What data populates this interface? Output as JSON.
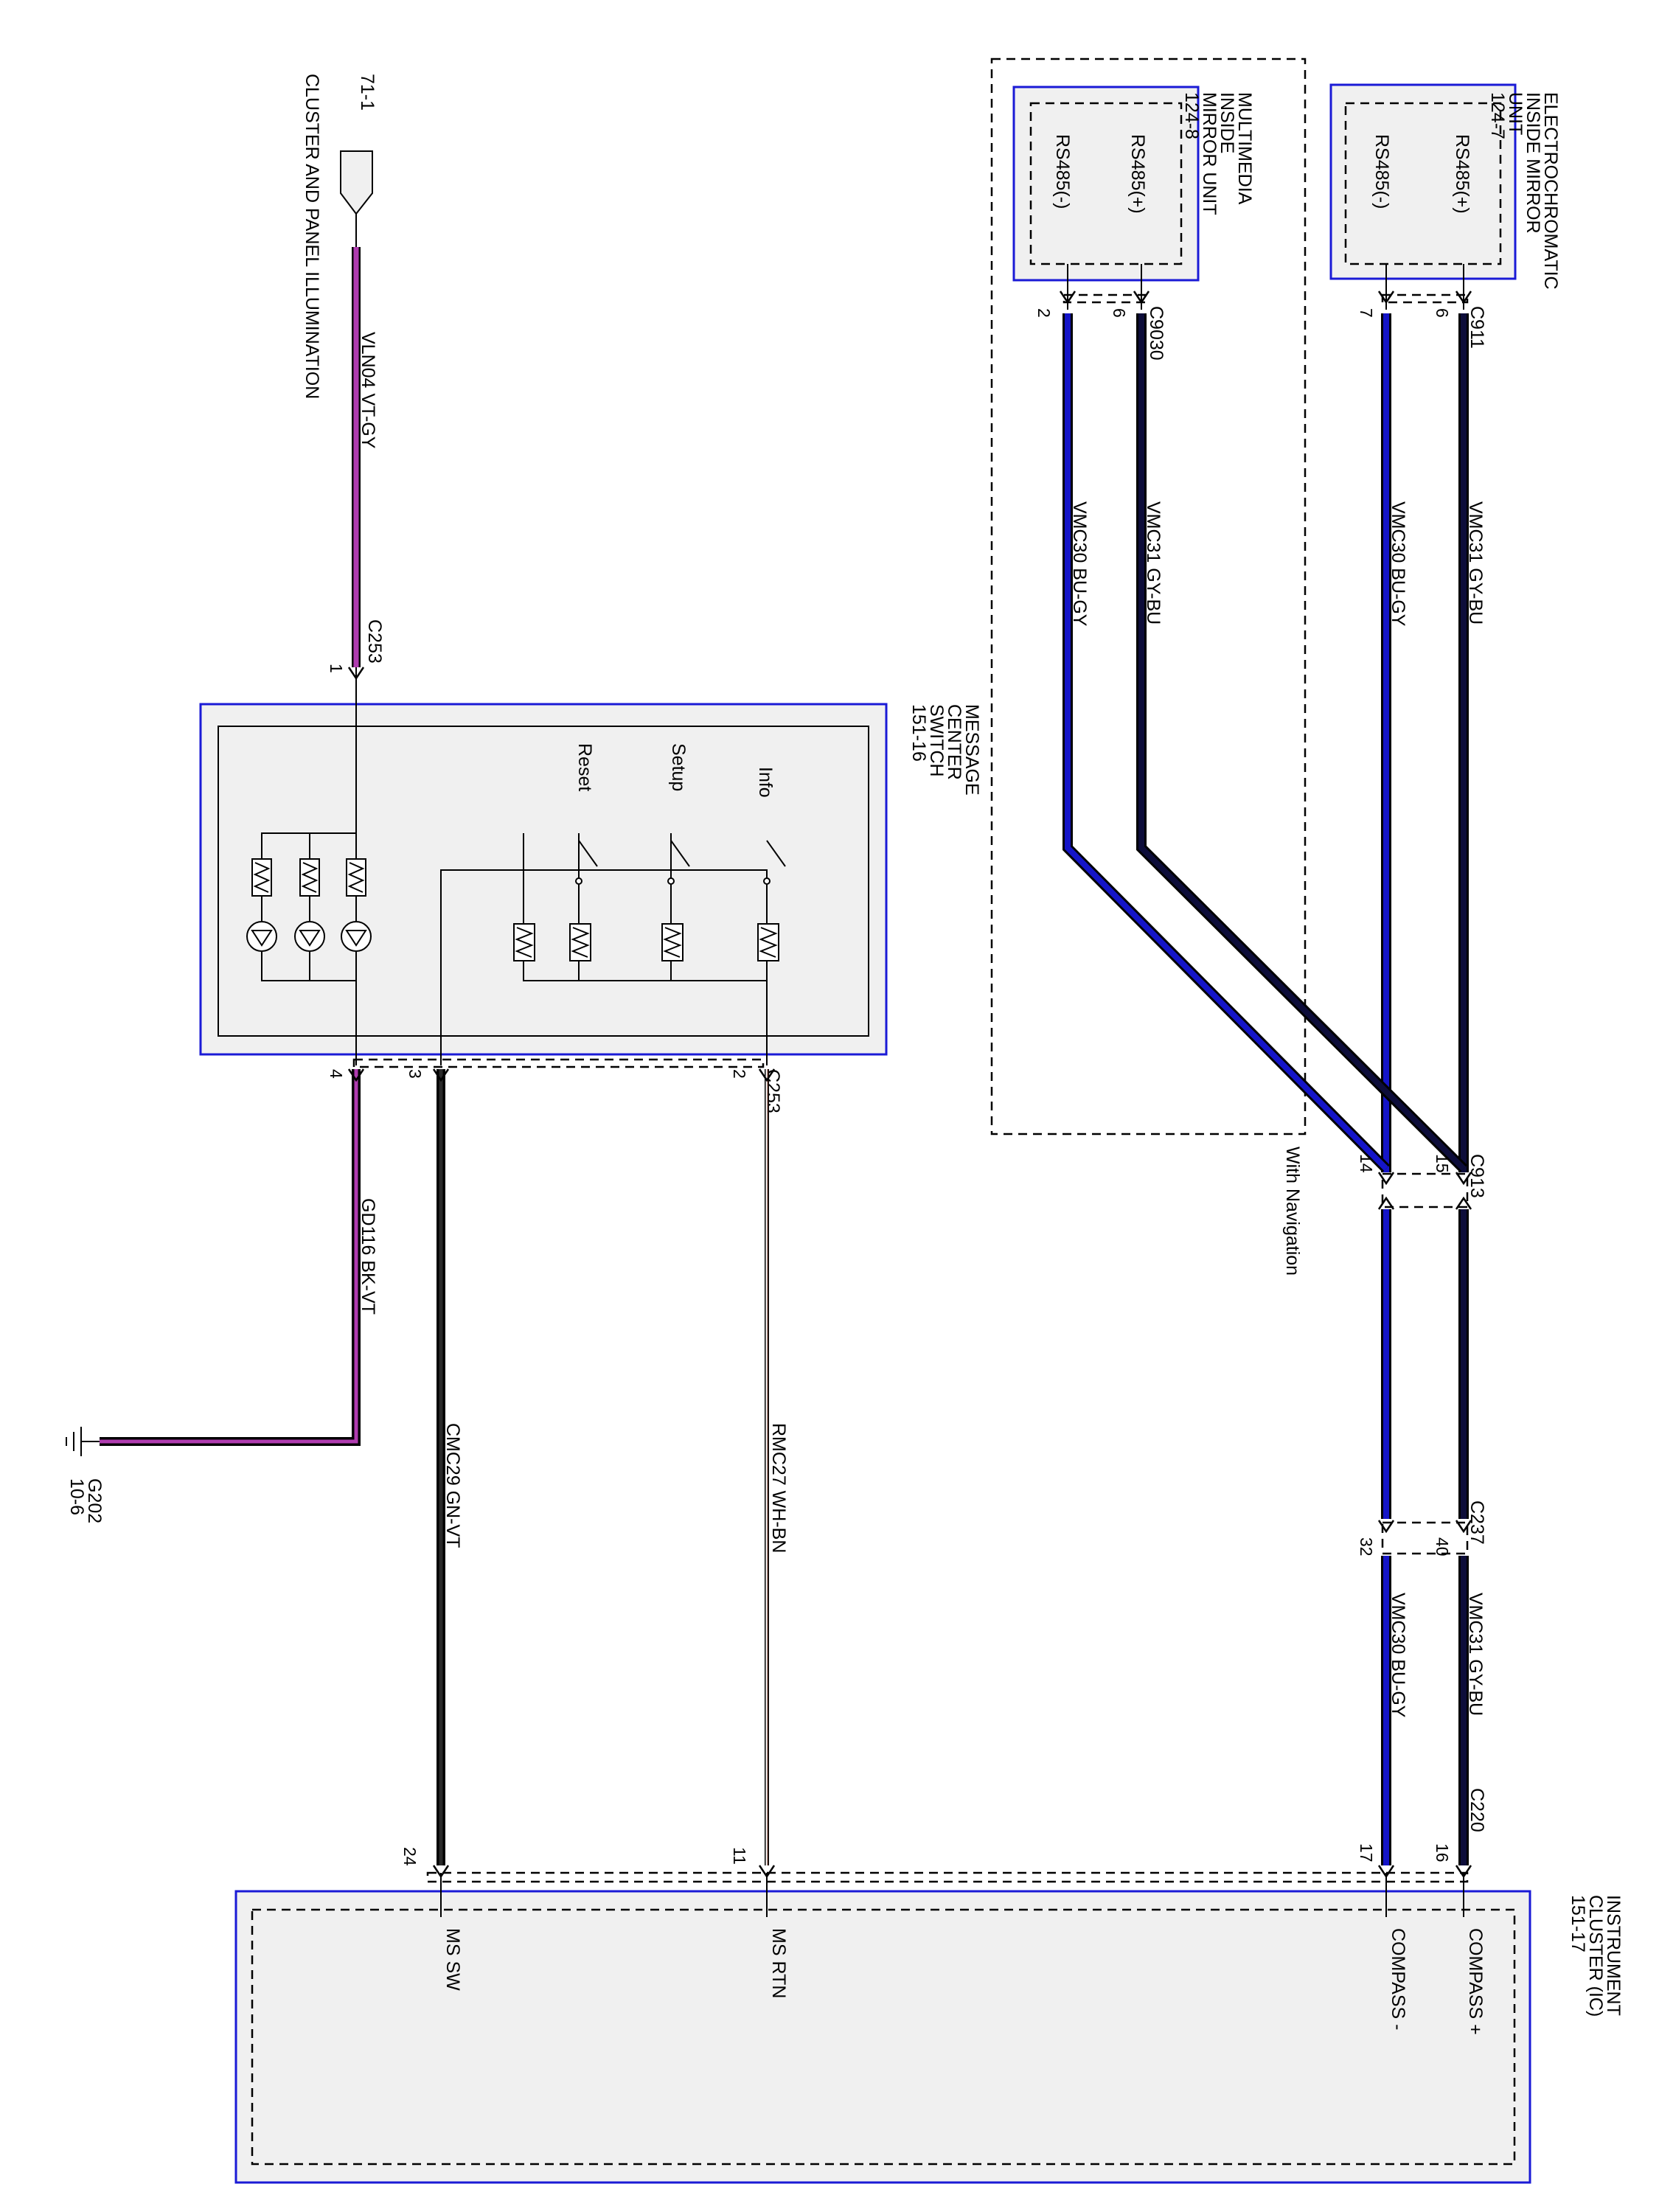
{
  "components": {
    "ec_mirror": {
      "lines": [
        "ELECTROCHROMATIC",
        "INSIDE MIRROR",
        "UNIT",
        "124-7"
      ],
      "pins": [
        "RS485(+)",
        "RS485(-)"
      ]
    },
    "mm_mirror": {
      "lines": [
        "MULTIMEDIA",
        "INSIDE",
        "MIRROR UNIT",
        "124-8"
      ],
      "pins": [
        "RS485(+)",
        "RS485(-)"
      ]
    },
    "cluster_illum": {
      "ref": "71-1",
      "name": "CLUSTER AND PANEL ILLUMINATION"
    },
    "msg_switch": {
      "lines": [
        "MESSAGE",
        "CENTER",
        "SWITCH",
        "151-16"
      ],
      "switches": [
        "Info",
        "Setup",
        "Reset"
      ]
    },
    "ic": {
      "lines": [
        "INSTRUMENT",
        "CLUSTER (IC)",
        "151-17"
      ],
      "pins": [
        "COMPASS +",
        "COMPASS -",
        "MS RTN",
        "MS SW"
      ]
    },
    "ground": {
      "ref": "G202",
      "page": "10-6"
    }
  },
  "connectors": {
    "c911": "C911",
    "c9030": "C9030",
    "c913": "C913",
    "c237": "C237",
    "c220": "C220",
    "c253a": "C253",
    "c253b": "C253"
  },
  "pins": {
    "c911_6": "6",
    "c911_7": "7",
    "c9030_6": "6",
    "c9030_2": "2",
    "c913_15": "15",
    "c913_14": "14",
    "c237_40": "40",
    "c237_32": "32",
    "c220_16": "16",
    "c220_17": "17",
    "c253_1": "1",
    "c253_2": "2",
    "c253_3": "3",
    "c253_4": "4",
    "ic_11": "11",
    "ic_24": "24"
  },
  "circuits": {
    "w1": "VMC31 GY-BU",
    "w2": "VMC30 BU-GY",
    "w3": "VMC31 GY-BU",
    "w4": "VMC30 BU-GY",
    "w5": "VMC31 GY-BU",
    "w6": "VMC30 BU-GY",
    "w7": "VLN04 VT-GY",
    "w8": "RMC27 WH-BN",
    "w9": "CMC29 GN-VT",
    "w10": "GD116 BK-VT"
  },
  "notes": {
    "with_nav": "With Navigation"
  },
  "colors": {
    "gy_bu": "#0d0d3a",
    "bu_gy": "#1515c8",
    "vt_gy": "#b03cb0",
    "bk_vt": "#5a1a5a",
    "wh_bn": "#8a4a3a",
    "gn_vt": "#1a1a1a",
    "frame": "#1a1ad6"
  }
}
